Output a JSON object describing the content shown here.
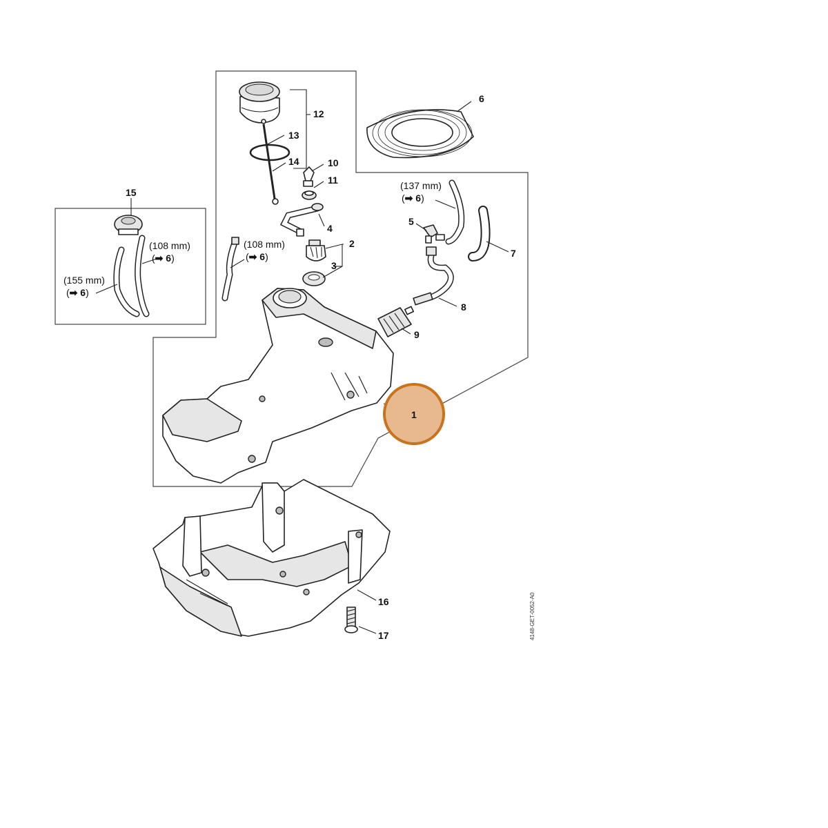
{
  "callouts": {
    "p1": "1",
    "p2": "2",
    "p3": "3",
    "p4": "4",
    "p5": "5",
    "p6": "6",
    "p7": "7",
    "p8": "8",
    "p9": "9",
    "p10": "10",
    "p11": "11",
    "p12": "12",
    "p13": "13",
    "p14": "14",
    "p15": "15",
    "p16": "16",
    "p17": "17"
  },
  "notes": {
    "len_137": "(137 mm)",
    "len_108_a": "(108 mm)",
    "len_108_b": "(108 mm)",
    "len_155": "(155 mm)",
    "ref_a": "6",
    "ref_b": "6",
    "ref_c": "6",
    "ref_d": "6",
    "arrow_glyph": "➡"
  },
  "drawing_code": "4148-GET-0052-A0",
  "highlight": {
    "callout": "1",
    "color": "#e8b98e",
    "border": "#c8741f"
  }
}
